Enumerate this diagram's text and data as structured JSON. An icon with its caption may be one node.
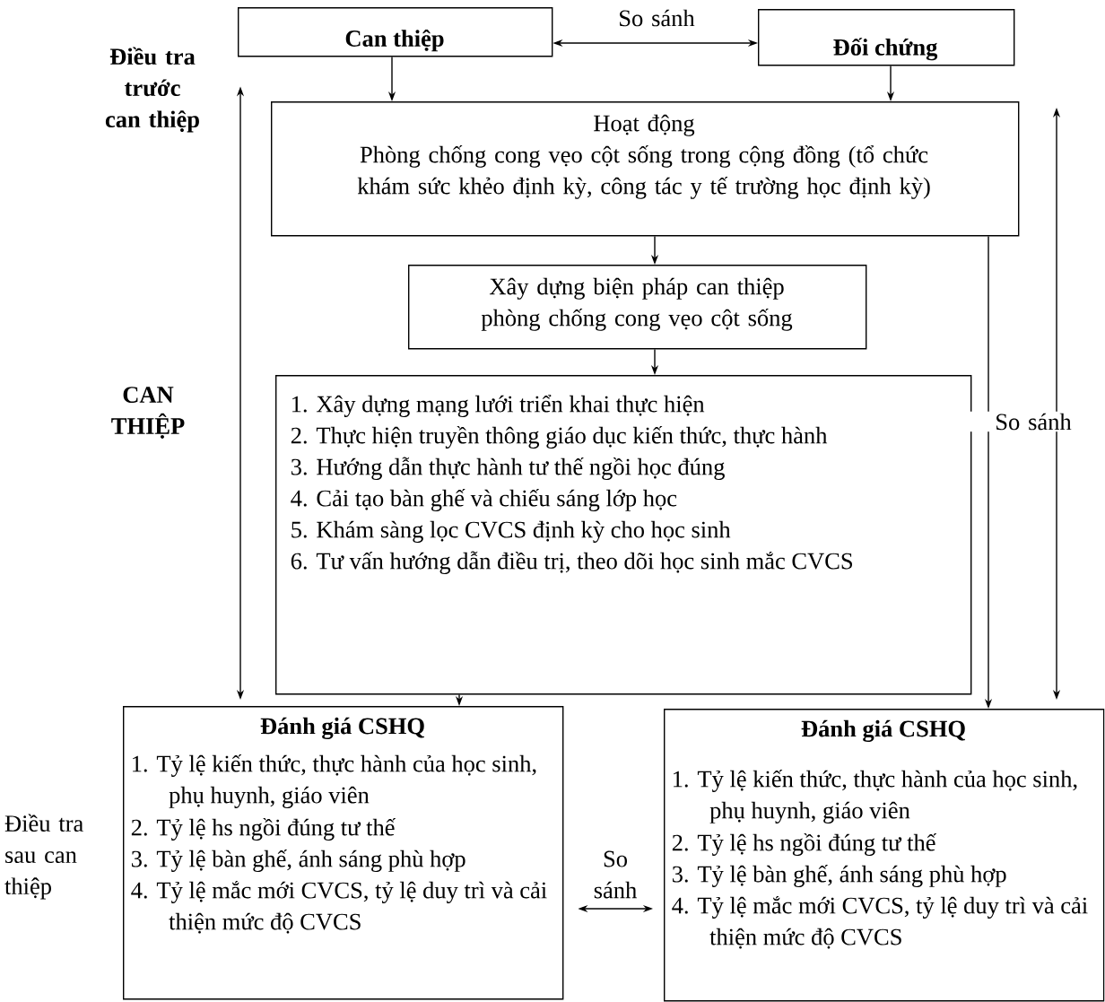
{
  "diagram": {
    "nodes": [
      {
        "text": [
          "Can thiệp"
        ]
      },
      {
        "text": [
          "Đối chứng"
        ]
      },
      {
        "text": [
          "Hoạt động",
          "Phòng chống cong vẹo cột sống trong cộng đồng (tổ chức khám sức khẻo định kỳ, công tác y tế trường học định kỳ)"
        ]
      },
      {
        "text": [
          "Xây dựng biện pháp can thiệp phòng chống cong vẹo cột sống"
        ]
      },
      {
        "text": [
          "1. Xây dựng mạng lưới triển khai thực hiện",
          "2. Thực hiện truyền thông giáo dục kiến thức, thực hành",
          "3. Hướng dẫn thực hành tư thế ngồi học đúng",
          "4. Cải tạo bàn ghế và chiếu sáng lớp học",
          "5. Khám sàng lọc CVCS định kỳ cho học sinh",
          "6. Tư vấn hướng dẫn điều trị, theo dõi học sinh mắc CVCS"
        ]
      },
      {
        "text": [
          "Đánh giá CSHQ",
          "1. Tỷ lệ kiến thức, thực hành của học sinh, phụ huynh, giáo viên",
          "2. Tỷ lệ hs ngồi đúng tư thế",
          "3. Tỷ lệ bàn ghế, ánh sáng phù hợp",
          "4. Tỷ lệ mắc mới CVCS, tỷ lệ duy trì và cải thiện mức độ CVCS"
        ]
      },
      {
        "text": [
          "Đánh giá CSHQ",
          "1. Tỷ lệ kiến thức, thực hành của học sinh, phụ huynh, giáo viên",
          "2. Tỷ lệ hs ngồi đúng tư thế",
          "3. Tỷ lệ bàn ghế, ánh sáng phù hợp",
          "4. Tỷ lệ mắc mới CVCS, tỷ lệ duy trì và cải thiện mức độ CVCS"
        ]
      }
    ],
    "edges": [
      {
        "from": 0,
        "to": 1,
        "arrow": "both",
        "label": "So sánh"
      },
      {
        "from": 0,
        "to": 2,
        "arrow": "to"
      },
      {
        "from": 1,
        "to": 2,
        "arrow": "to"
      },
      {
        "from": 2,
        "to": 3,
        "arrow": "to"
      },
      {
        "from": 3,
        "to": 4,
        "arrow": "to"
      },
      {
        "from": 4,
        "to": 5,
        "arrow": "to"
      },
      {
        "from": 0,
        "to": 5,
        "arrow": "both"
      },
      {
        "from": 2,
        "to": 6,
        "arrow": "to"
      },
      {
        "from": null,
        "to": 6,
        "arrow": "both",
        "label": "So sánh"
      },
      {
        "from": 5,
        "to": 6,
        "arrow": "both",
        "label": "So sánh"
      }
    ],
    "labels": [
      "Điều tra trước can thiệp",
      "CAN THIỆP",
      "Điều tra sau can thiệp"
    ]
  }
}
